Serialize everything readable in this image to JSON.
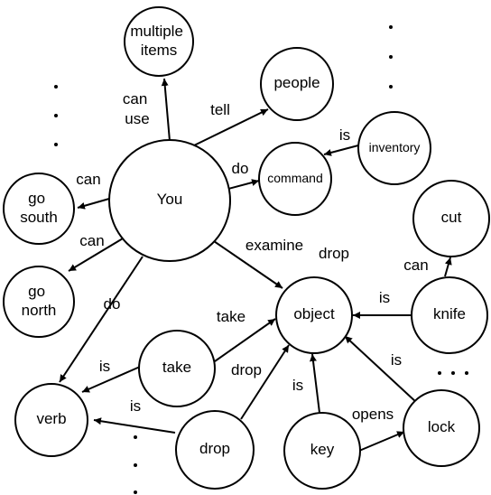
{
  "nodes": {
    "you": [
      "You"
    ],
    "multiple_items": [
      "multiple",
      "items"
    ],
    "people": [
      "people"
    ],
    "inventory": [
      "inventory"
    ],
    "command": [
      "command"
    ],
    "go_south": [
      "go",
      "south"
    ],
    "go_north": [
      "go",
      "north"
    ],
    "cut": [
      "cut"
    ],
    "object": [
      "object"
    ],
    "knife": [
      "knife"
    ],
    "take": [
      "take"
    ],
    "verb": [
      "verb"
    ],
    "drop": [
      "drop"
    ],
    "key": [
      "key"
    ],
    "lock": [
      "lock"
    ]
  },
  "edges": {
    "you_multiple_items": [
      "can",
      "use"
    ],
    "you_people": [
      "tell"
    ],
    "inventory_command": [
      "is"
    ],
    "you_command": [
      "do"
    ],
    "you_go_south": [
      "can"
    ],
    "you_go_north": [
      "can"
    ],
    "you_verb": [
      "do"
    ],
    "you_object": [
      "examine"
    ],
    "drop_label_top": [
      "drop"
    ],
    "knife_cut": [
      "can"
    ],
    "knife_object": [
      "is"
    ],
    "take_object": [
      "take"
    ],
    "take_verb": [
      "is"
    ],
    "drop_object": [
      "drop"
    ],
    "drop_verb": [
      "is"
    ],
    "key_object": [
      "is"
    ],
    "key_lock": [
      "opens"
    ],
    "lock_object": [
      "is"
    ]
  }
}
